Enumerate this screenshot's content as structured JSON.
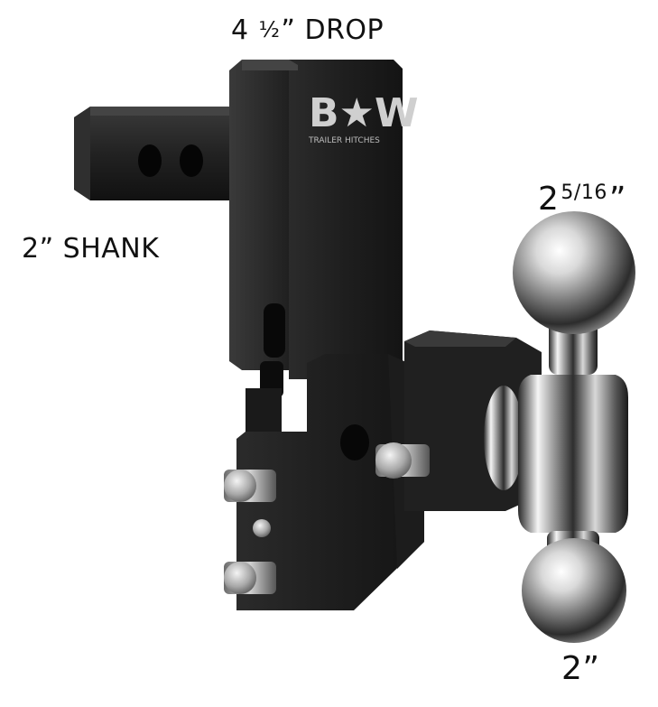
{
  "image": {
    "alt": "B&W tow and stow receiver hitch with dual chrome ball"
  },
  "labels": {
    "drop_number": "4",
    "drop_fraction": "½",
    "drop_suffix": "” DROP",
    "shank": "2” SHANK",
    "ball_top_whole": "2",
    "ball_top_fraction": "5/16",
    "ball_top_quote": "”",
    "ball_bottom": "2”"
  },
  "logo": {
    "text": "B★W",
    "subtitle": "TRAILER HITCHES"
  },
  "colors": {
    "hitch_body": "#1b1b1b",
    "hitch_face": "#2a2a2a",
    "chrome_light": "#f2f2f2",
    "chrome_dark": "#3a3a3a",
    "label_text": "#111111"
  }
}
